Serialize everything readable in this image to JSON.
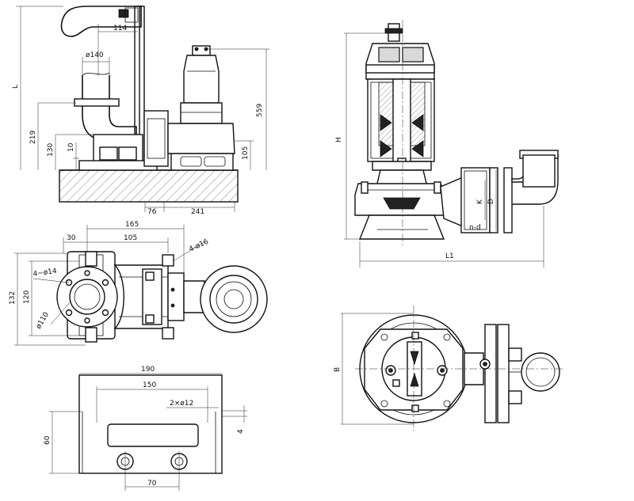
{
  "dims": {
    "d114": "114",
    "d140": "ø140",
    "d559": "559",
    "dL": "L",
    "d219": "219",
    "d130": "130",
    "d10": "10",
    "d105v": "105",
    "d76": "76",
    "d241": "241",
    "d165": "165",
    "d30": "30",
    "d105h": "105",
    "d4x16": "4-ø16",
    "d4x14": "4~ø14",
    "d132": "132",
    "d120": "120",
    "d110": "ø110",
    "d190": "190",
    "d150": "150",
    "d2x12": "2×ø12",
    "d60": "60",
    "d4": "4",
    "d70": "70",
    "dH": "H",
    "dL1": "L1",
    "dK": "K",
    "dD": "D",
    "dnd": "n-d",
    "dB": "B"
  }
}
